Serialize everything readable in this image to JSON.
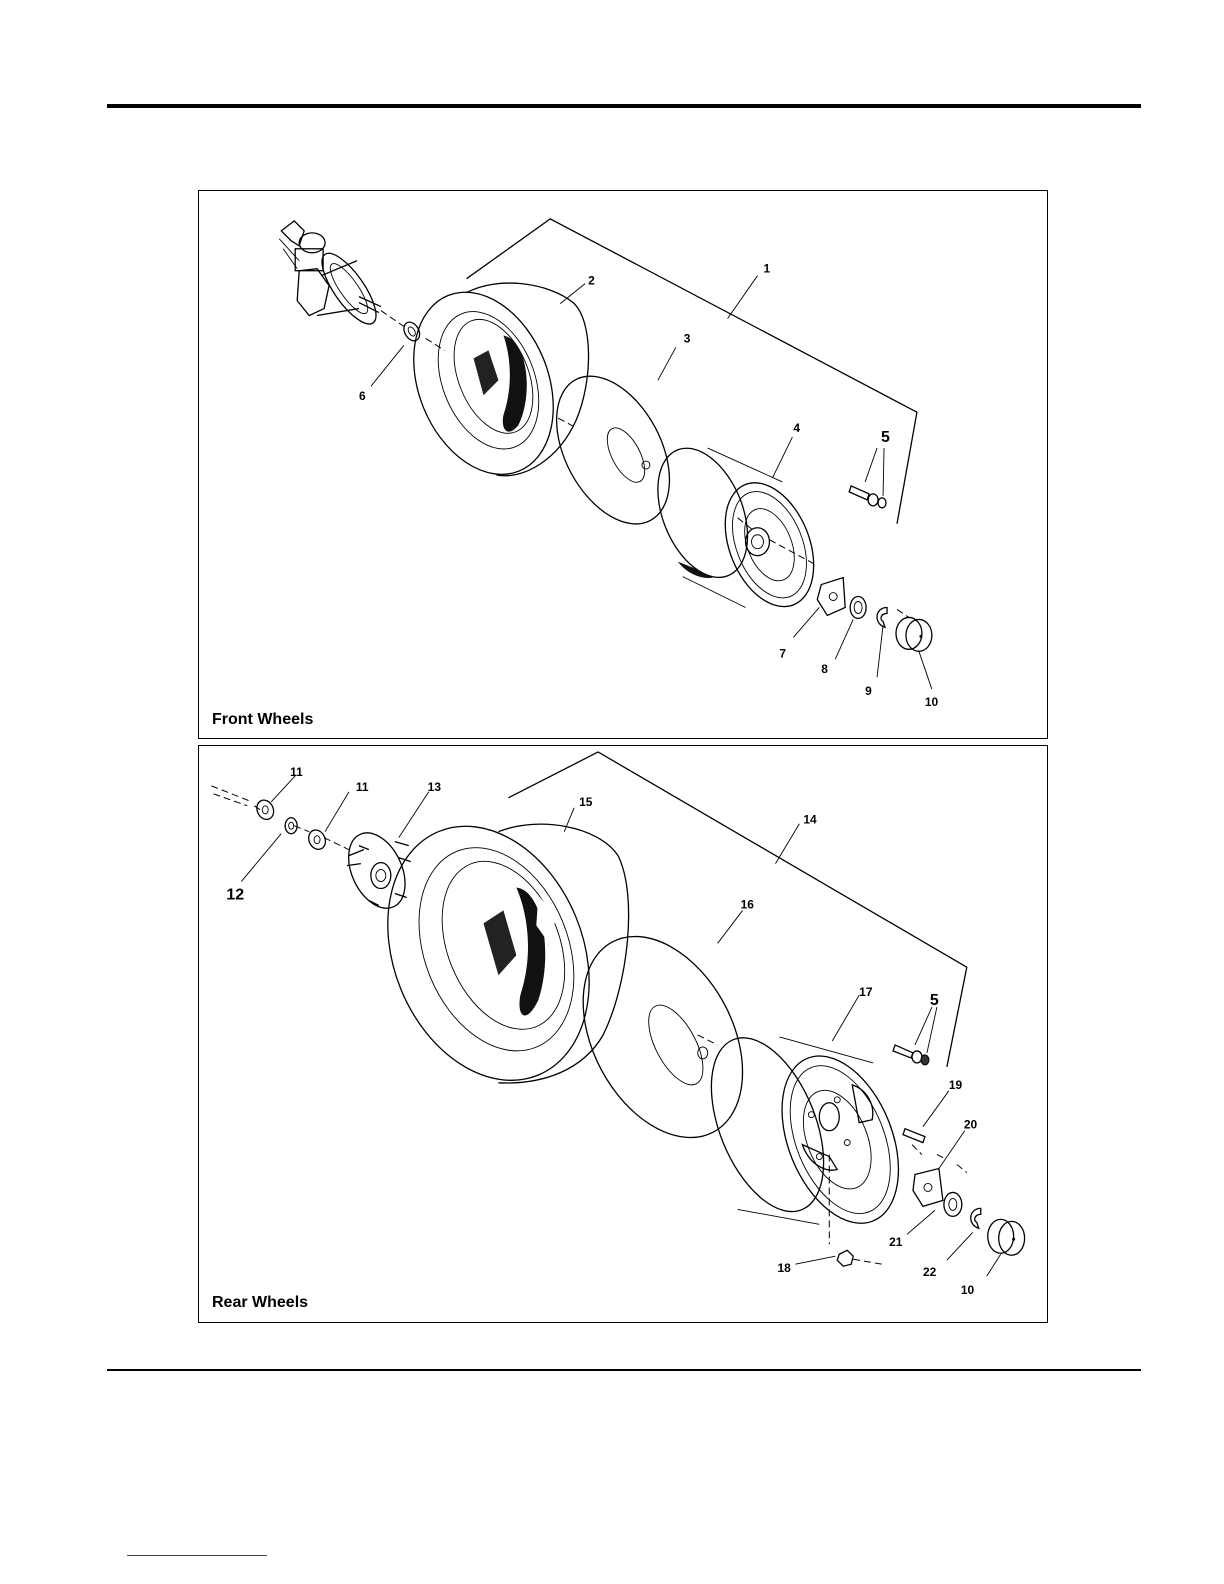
{
  "diagrams": {
    "front": {
      "title": "Front Wheels",
      "callouts": [
        "1",
        "2",
        "3",
        "4",
        "5",
        "6",
        "7",
        "8",
        "9",
        "10"
      ]
    },
    "rear": {
      "title": "Rear Wheels",
      "callouts": [
        "11",
        "11",
        "13",
        "15",
        "14",
        "12",
        "16",
        "17",
        "5",
        "19",
        "20",
        "21",
        "22",
        "18",
        "10"
      ]
    }
  }
}
